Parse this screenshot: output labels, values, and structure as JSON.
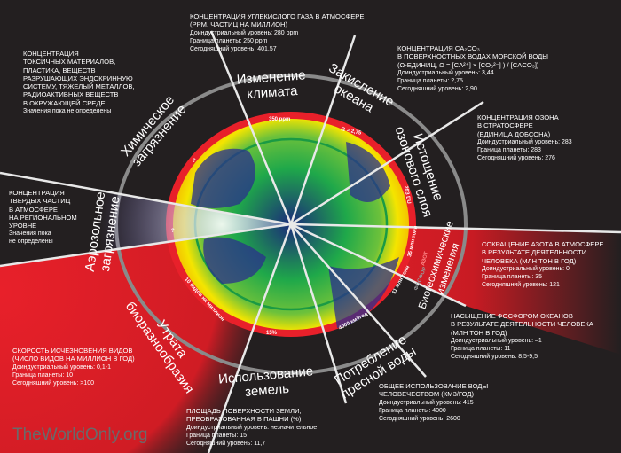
{
  "segments": {
    "climate": [
      "Изменение",
      "климата"
    ],
    "ocean": [
      "Закисление",
      "океана"
    ],
    "ozone": [
      "Истощение",
      "озонового слоя"
    ],
    "biogeo": [
      "Биогеохимические",
      "изменения"
    ],
    "water": [
      "Потребление",
      "пресной воды"
    ],
    "land": [
      "Использование",
      "земель"
    ],
    "biodiv": [
      "Утрата",
      "биоразнообразия"
    ],
    "aerosol": [
      "Аэрозольное",
      "загрязнение"
    ],
    "chemical": [
      "Химическое",
      "загрязнение"
    ]
  },
  "ring_labels": {
    "co2": "350 ppm",
    "ocean": "Ω = 2,75",
    "ozone": "283 DU",
    "nitrogen": "35 млн тонн",
    "phosphorus": "11 млн тонн",
    "water": "4000 км³/год",
    "land": "15%",
    "biodiv": "10 видов на миллион",
    "q1": "?",
    "q2": "?",
    "azot": "АЗОТ",
    "fosfor": "ФОСФОР"
  },
  "blocks": {
    "co2": {
      "title": [
        "КОНЦЕНТРАЦИЯ УГЛЕКИСЛОГО ГАЗА В АТМОСФЕРЕ",
        "(PPM, ЧАСТИЦ НА МИЛЛИОН)"
      ],
      "lines": [
        "Доиндустриальный уровень: 280 ppm",
        "Граница планеты: 250 ppm",
        "Сегодняшний уровень: 401,57"
      ]
    },
    "ocean": {
      "title": [
        "КОНЦЕНТРАЦИЯ Ca₂CO₃",
        "В ПОВЕРХНОСТНЫХ ВОДАХ МОРСКОЙ ВОДЫ",
        "(Ω-ЕДИНИЦ, Ω = [Ca²⁺] × [CO₃²⁻] ) / [CaCO₃])"
      ],
      "lines": [
        "Доиндустриальный уровень: 3,44",
        "Граница планеты: 2,75",
        "Сегодняшний уровень: 2,90"
      ]
    },
    "ozone": {
      "title": [
        "КОНЦЕНТРАЦИЯ ОЗОНА",
        "В СТРАТОСФЕРЕ",
        "(ЕДИНИЦА ДОБСОНА)"
      ],
      "lines": [
        "Доиндустриальный уровень: 283",
        "Граница планеты: 283",
        "Сегодняшний уровень: 276"
      ]
    },
    "nitrogen": {
      "title": [
        "СОКРАЩЕНИЕ АЗОТА В АТМОСФЕРЕ",
        "В РЕЗУЛЬТАТЕ ДЕЯТЕЛЬНОСТИ",
        "ЧЕЛОВЕКА (МЛН ТОН В ГОД)"
      ],
      "lines": [
        "Доиндустриальный уровень: 0",
        "Граница планеты: 35",
        "Сегодняшний уровень: 121"
      ]
    },
    "phosphorus": {
      "title": [
        "НАСЫЩЕНИЕ ФОСФОРОМ ОКЕАНОВ",
        "В РЕЗУЛЬТАТЕ ДЕЯТЕЛЬНОСТИ ЧЕЛОВЕКА",
        "(МЛН ТОН В ГОД)"
      ],
      "lines": [
        "Доиндустриальный уровень: –1",
        "Граница планеты: 11",
        "Сегодняшний уровень: 8,5-9,5"
      ]
    },
    "water": {
      "title": [
        "ОБЩЕЕ ИСПОЛЬЗОВАНИЕ ВОДЫ",
        "ЧЕЛОВЕЧЕСТВОМ (КМ3/ГОД)"
      ],
      "lines": [
        "Доиндустриальный уровень: 415",
        "Граница планеты: 4000",
        "Сегодняшний уровень: 2600"
      ]
    },
    "land": {
      "title": [
        "ПЛОЩАДЬ ПОВЕРХНОСТИ ЗЕМЛИ,",
        "ПРЕОБРАЗОВАННАЯ В ПАШНИ (%)"
      ],
      "lines": [
        "Доиндустриальный уровень: незначительное",
        "Граница планеты: 15",
        "Сегодняшний уровень: 11,7"
      ]
    },
    "biodiv": {
      "title": [
        "СКОРОСТЬ ИСЧЕЗНОВЕНИЯ ВИДОВ",
        "(ЧИСЛО ВИДОВ НА МИЛЛИОН В ГОД)"
      ],
      "lines": [
        "Доиндустриальный уровень: 0,1-1",
        "Граница планеты: 10",
        "Сегодняшний уровень: >100"
      ]
    },
    "aerosol": {
      "title": [
        "КОНЦЕНТРАЦИЯ",
        "ТВЕРДЫХ ЧАСТИЦ",
        "В АТМОСФЕРЕ",
        "НА РЕГИОНАЛЬНОМ",
        "УРОВНЕ"
      ],
      "lines": [
        "Значения пока",
        "не определены"
      ]
    },
    "chemical": {
      "title": [
        "КОНЦЕНТРАЦИЯ",
        "ТОКСИЧНЫХ МАТЕРИАЛОВ,",
        "ПЛАСТИКА, ВЕЩЕСТВ",
        "РАЗРУШАЮЩИХ ЭНДОКРИННУЮ",
        "СИСТЕМУ, ТЯЖЕЛЫЙ МЕТАЛЛОВ,",
        "РАДИОАКТИВНЫХ ВЕЩЕСТВ",
        "В ОКРУЖАЮЩЕЙ СРЕДЕ"
      ],
      "lines": [
        "Значения пока не определены"
      ]
    }
  },
  "watermark": "TheWorldOnly.org",
  "colors": {
    "bg": "#231f20",
    "red": "#e8202a",
    "yellow": "#f4e500",
    "green": "#1fa84a",
    "blue": "#2b2f8c",
    "gray": "#8a8a8a"
  }
}
